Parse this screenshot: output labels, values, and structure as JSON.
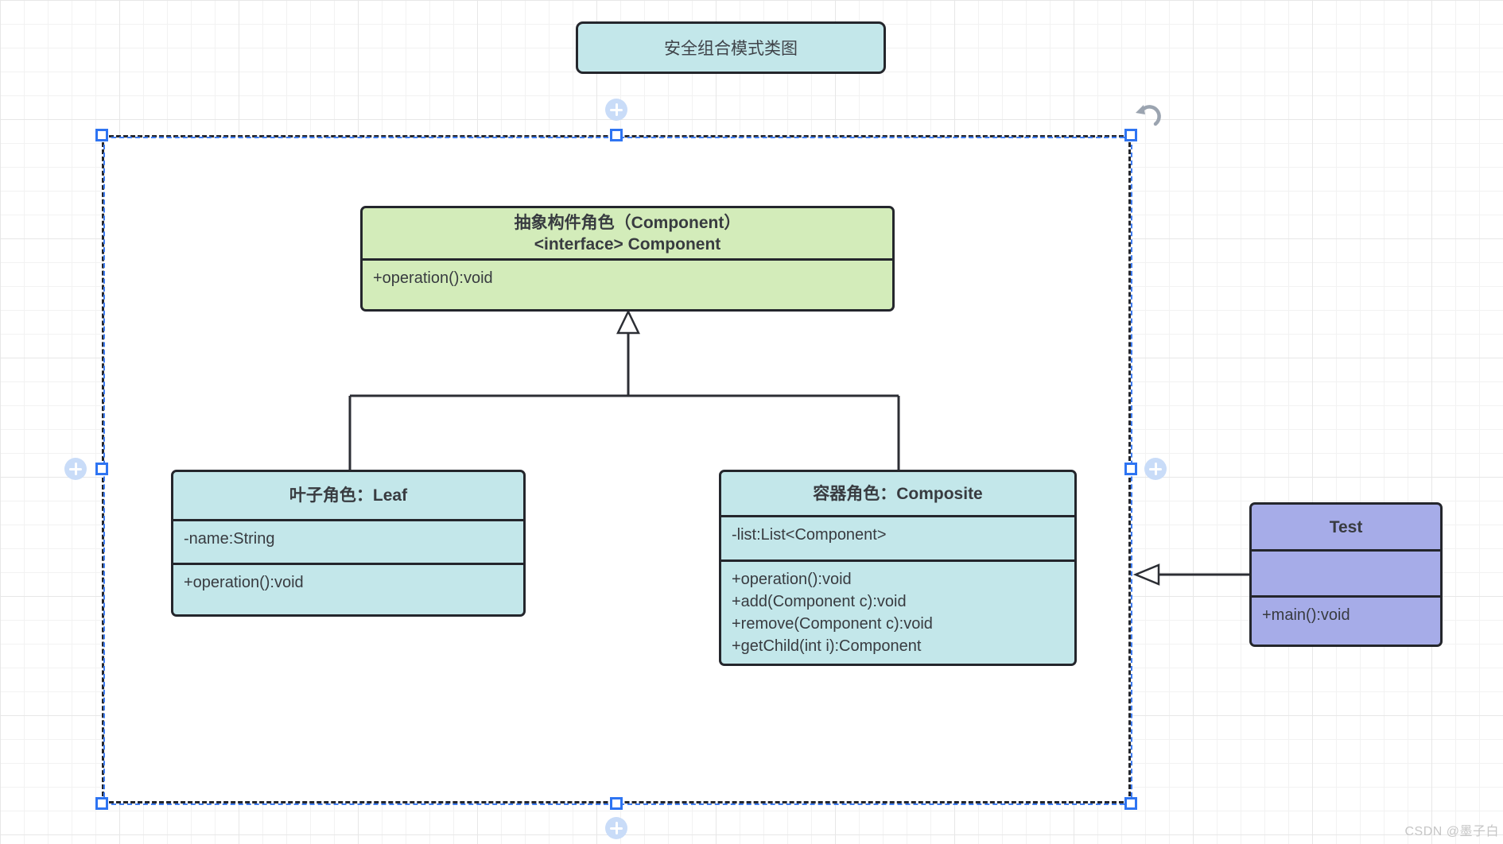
{
  "title_box": {
    "label": "安全组合模式类图"
  },
  "classes": {
    "component": {
      "name_cn": "抽象构件角色（Component）",
      "name_en": "<interface> Component",
      "methods": [
        "+operation():void"
      ],
      "fill": "#d3ecba"
    },
    "leaf": {
      "title": "叶子角色：Leaf",
      "attributes": [
        "-name:String"
      ],
      "methods": [
        "+operation():void"
      ],
      "fill": "#c3e7ea"
    },
    "composite": {
      "title": "容器角色：Composite",
      "attributes": [
        "-list:List<Component>"
      ],
      "methods": [
        "+operation():void",
        "+add(Component c):void",
        "+remove(Component c):void",
        "+getChild(int i):Component"
      ],
      "fill": "#c3e7ea"
    },
    "test": {
      "title": "Test",
      "methods": [
        "+main():void"
      ],
      "fill": "#a6ace8"
    }
  },
  "relationships": [
    {
      "type": "generalization",
      "from": "Leaf",
      "to": "Component"
    },
    {
      "type": "generalization",
      "from": "Composite",
      "to": "Component"
    },
    {
      "type": "association",
      "from": "Test",
      "to": "selected-frame"
    }
  ],
  "selection": {
    "handle_color": "#2e74f2",
    "dash_colors": [
      "#24262c",
      "#3f7df2"
    ],
    "plus_buttons": [
      "top",
      "left",
      "right",
      "bottom"
    ],
    "rotate_icon": "rotate-arrow-icon"
  },
  "colors": {
    "box_border": "#24262c",
    "grid_line": "#f2f2f2",
    "connector": "#2c2e34"
  },
  "watermark": "CSDN @墨子白"
}
